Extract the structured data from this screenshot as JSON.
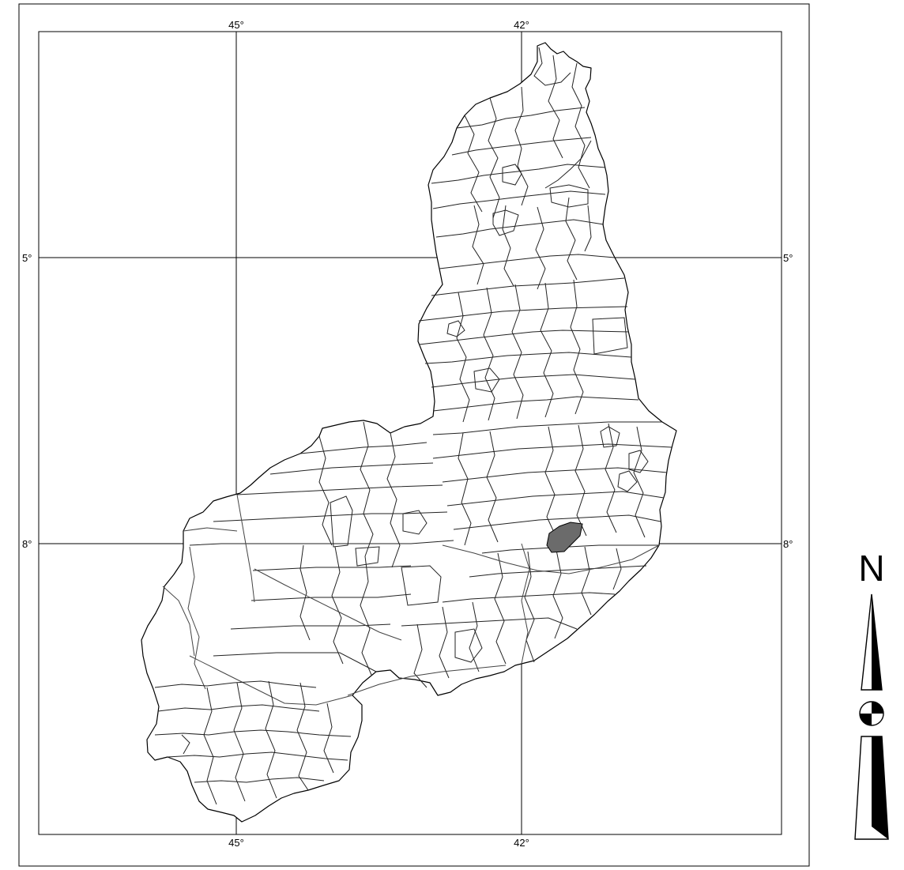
{
  "map": {
    "graticule": {
      "top_labels": [
        "45°",
        "42°"
      ],
      "bottom_labels": [
        "45°",
        "42°"
      ],
      "left_labels": [
        "5°",
        "8°"
      ],
      "right_labels": [
        "5°",
        "8°"
      ]
    },
    "highlighted_area_color": "#6b6b6b",
    "outline_color": "#000000",
    "background_color": "#ffffff"
  },
  "north_arrow": {
    "letter": "N"
  }
}
